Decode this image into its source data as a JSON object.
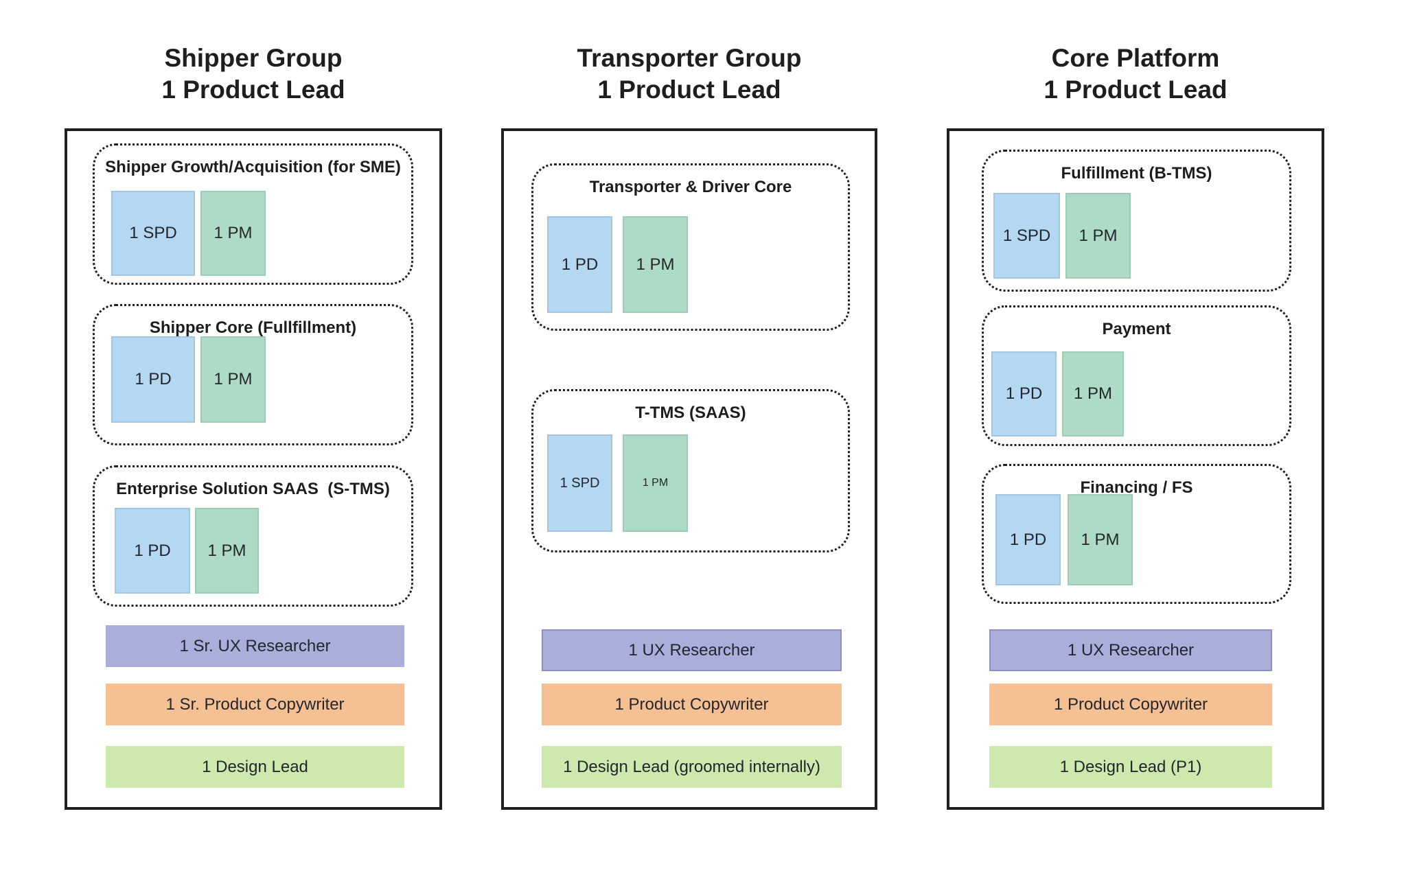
{
  "colors": {
    "panel_border": "#1f1f1f",
    "team_dotted_border": "#1d1d1d",
    "role_blue_fill": "#b4d7f2",
    "role_blue_border": "#a2c5e2",
    "role_green_fill": "#aedbc6",
    "role_green_border": "#9dccb5",
    "bar_purple_fill": "#a9aedb",
    "bar_purple_border": "#8a8fc8",
    "bar_orange_fill": "#f4c094",
    "bar_green_fill": "#cde9ae",
    "text_dark": "#1e1e1e"
  },
  "columns": [
    {
      "title_line1": "Shipper Group",
      "title_line2": "1 Product Lead",
      "teams": [
        {
          "label": "Shipper Growth/Acquisition (for SME)",
          "members": [
            {
              "text": "1 SPD"
            },
            {
              "text": "1 PM"
            }
          ]
        },
        {
          "label": "Shipper Core (Fullfillment)",
          "members": [
            {
              "text": "1 PD"
            },
            {
              "text": "1 PM"
            }
          ]
        },
        {
          "label": "Enterprise Solution SAAS  (S-TMS)",
          "members": [
            {
              "text": "1 PD"
            },
            {
              "text": "1 PM"
            }
          ]
        }
      ],
      "bars": [
        {
          "text": "1 Sr. UX Researcher"
        },
        {
          "text": "1 Sr. Product Copywriter"
        },
        {
          "text": "1 Design Lead"
        }
      ]
    },
    {
      "title_line1": "Transporter Group",
      "title_line2": "1 Product Lead",
      "teams": [
        {
          "label": "Transporter & Driver Core",
          "members": [
            {
              "text": "1 PD"
            },
            {
              "text": "1 PM"
            }
          ]
        },
        {
          "label": "T-TMS (SAAS)",
          "members": [
            {
              "text": "1 SPD"
            },
            {
              "text": "1 PM"
            }
          ]
        }
      ],
      "bars": [
        {
          "text": "1 UX Researcher"
        },
        {
          "text": "1 Product Copywriter"
        },
        {
          "text": "1 Design Lead (groomed internally)"
        }
      ]
    },
    {
      "title_line1": "Core Platform",
      "title_line2": "1 Product Lead",
      "teams": [
        {
          "label": "Fulfillment (B-TMS)",
          "members": [
            {
              "text": "1 SPD"
            },
            {
              "text": "1 PM"
            }
          ]
        },
        {
          "label": "Payment",
          "members": [
            {
              "text": "1 PD"
            },
            {
              "text": "1 PM"
            }
          ]
        },
        {
          "label": "Financing / FS",
          "members": [
            {
              "text": "1 PD"
            },
            {
              "text": "1 PM"
            }
          ]
        }
      ],
      "bars": [
        {
          "text": "1 UX Researcher"
        },
        {
          "text": "1 Product Copywriter"
        },
        {
          "text": "1 Design Lead (P1)"
        }
      ]
    }
  ]
}
